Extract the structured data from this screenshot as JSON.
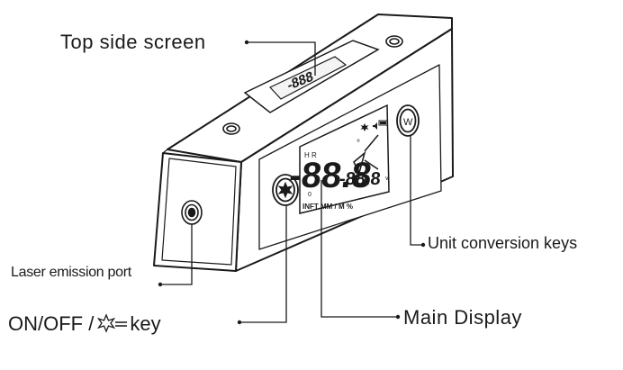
{
  "labels": {
    "top_side_screen": "Top side screen",
    "unit_conversion_keys": "Unit conversion keys",
    "laser_emission_port": "Laser emission port",
    "on_off_prefix": "ON/OFF /",
    "on_off_suffix": "key",
    "main_display": "Main Display"
  },
  "main_lcd": {
    "reading": "-88.8",
    "small_reading": "-88.8",
    "hr_indicator": "H R",
    "unit_row": "INFT   MM / M   %",
    "degree_mark": "°",
    "v_mark": "v",
    "zero_mark": "0"
  },
  "top_lcd": {
    "reading": "-888"
  },
  "keys": {
    "right_key_letter": "W"
  },
  "colors": {
    "line": "#1a1a1a",
    "body_fill": "#ffffff",
    "screen_fill": "#f4f4f4"
  }
}
